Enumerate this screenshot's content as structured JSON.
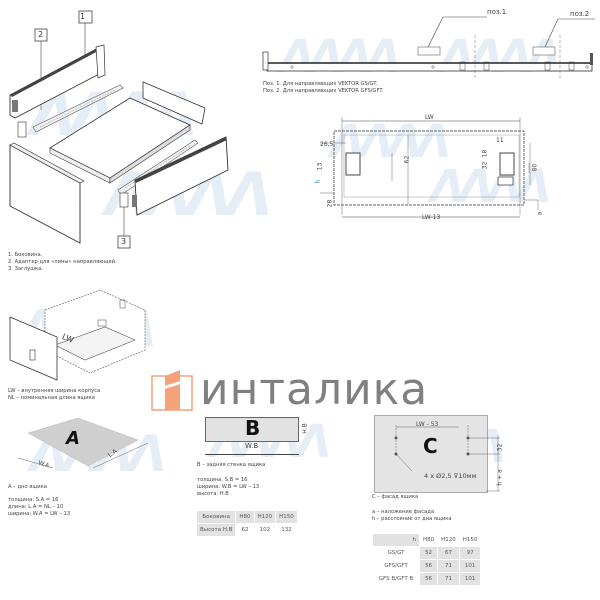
{
  "exploded_view": {
    "callouts": [
      "1",
      "2",
      "3"
    ],
    "legend": [
      "1. Боковина.",
      "2. Адаптер для «лины» направляющей.",
      "3. Заглушка."
    ]
  },
  "rail_view": {
    "pos_labels": [
      "поз.1",
      "поз.2"
    ],
    "notes": [
      "Поз. 1. Для направляющих VEKTOR GS/GT.",
      "Поз. 2. Для направляющих VEKTOR GFS/GFT."
    ]
  },
  "section_view": {
    "dims": {
      "top": "LW",
      "bottom": "LW-13",
      "left_offset": "26,5",
      "left_small": "13",
      "h": "h",
      "left_28": "28",
      "height_62": "62",
      "right_11": "11",
      "right_18": "18",
      "right_32": "32",
      "right_80": "80",
      "a": "a"
    }
  },
  "box_view": {
    "label_lw": "LW",
    "legend": [
      "LW – внутренняя ширина корпуса",
      "NL – номинальная длина ящика"
    ]
  },
  "logo": {
    "text": "инталика",
    "accent": "#f5a27a",
    "text_color": "#808080"
  },
  "panel_a": {
    "letter": "A",
    "dim_w": "W.A",
    "dim_l": "L.A",
    "title": "A – дно ящика",
    "specs": [
      "толщина: S.A = 16",
      "длина: L.A = NL – 10",
      "ширина: W.A = LW – 13"
    ]
  },
  "panel_b": {
    "letter": "B",
    "dim_w": "W.B",
    "dim_h": "H.B",
    "title": "B – задняя стенка ящика",
    "specs": [
      "толщина: S.B = 16",
      "ширина: W.B = LW – 13",
      "высота: H.B"
    ],
    "table": {
      "headers": [
        "Боковина",
        "H80",
        "H120",
        "H150"
      ],
      "rows": [
        {
          "label": "Высота H.B",
          "values": [
            "62",
            "102",
            "132"
          ]
        }
      ]
    }
  },
  "panel_c": {
    "letter": "C",
    "dim_top": "LW - 53",
    "dim_32": "32",
    "dim_ha": "h + a",
    "holes": "4 x Ø2,5 ⊽10мм",
    "title": "C – фасад ящика",
    "notes": [
      "a – наложение фасада",
      "h – расстояние от дна ящика"
    ],
    "table": {
      "headers": [
        "h",
        "H80",
        "H120",
        "H150"
      ],
      "rows": [
        {
          "label": "GS/GT",
          "values": [
            "52",
            "67",
            "97"
          ]
        },
        {
          "label": "GFS/GFT",
          "values": [
            "56",
            "71",
            "101"
          ]
        },
        {
          "label": "GFS B/GFT B",
          "values": [
            "56",
            "71",
            "101"
          ]
        }
      ]
    }
  }
}
